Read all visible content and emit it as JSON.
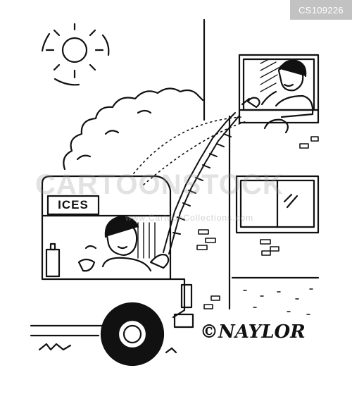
{
  "cartoon_id": "CS109226",
  "watermark": {
    "main": "CARTOONSTOCK",
    "sub": "www.CartoonCollections.com"
  },
  "van_sign": "ICES",
  "signature": "©NAYLOR",
  "colors": {
    "ink": "#111111",
    "paper": "#ffffff",
    "badge_bg": "#c2c2c2",
    "badge_text": "#ffffff"
  }
}
